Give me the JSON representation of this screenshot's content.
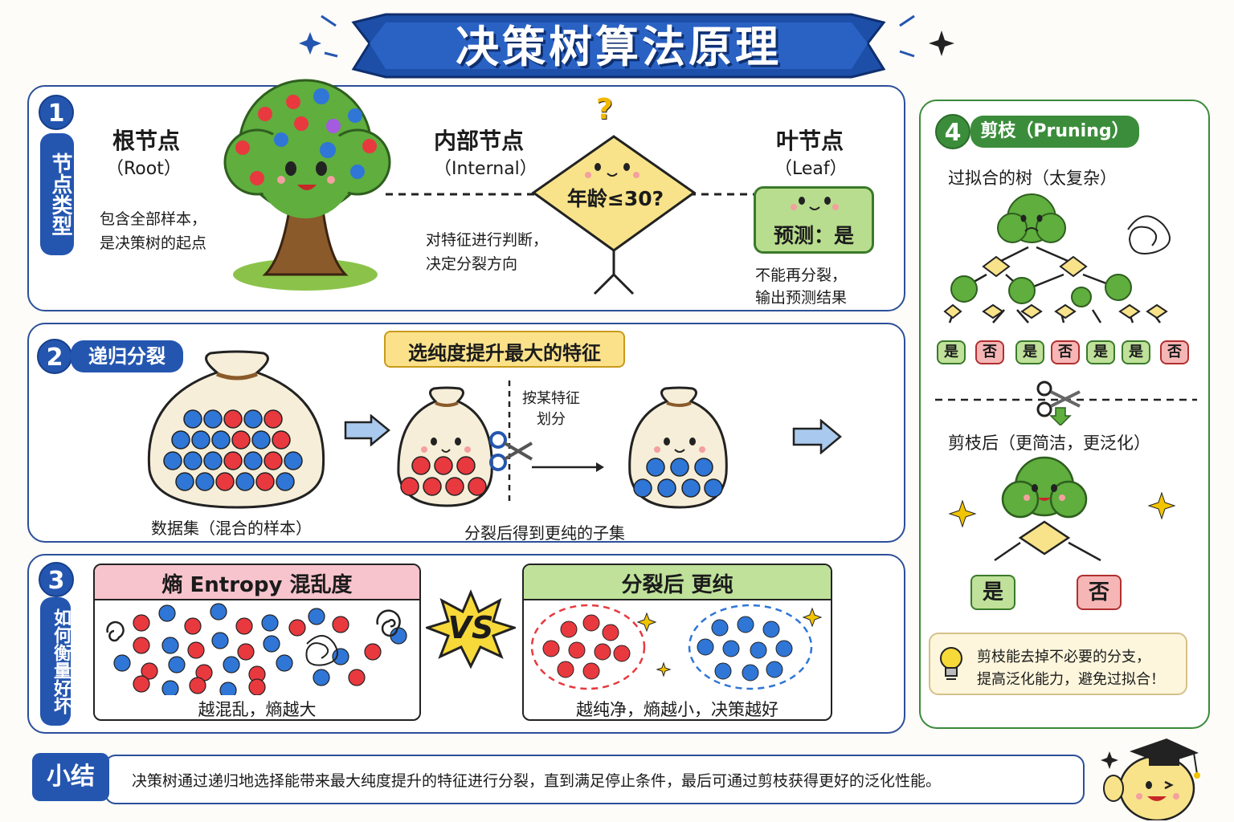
{
  "title": "决策树算法原理",
  "section1": {
    "num": "1",
    "label": "节点类型",
    "root": {
      "title": "根节点",
      "subtitle": "（Root）",
      "desc1": "包含全部样本，",
      "desc2": "是决策树的起点"
    },
    "internal": {
      "title": "内部节点",
      "subtitle": "（Internal）",
      "condition": "年龄≤30?",
      "question": "?",
      "desc1": "对特征进行判断，",
      "desc2": "决定分裂方向"
    },
    "leaf": {
      "title": "叶节点",
      "subtitle": "（Leaf）",
      "prediction": "预测：是",
      "desc1": "不能再分裂，",
      "desc2": "输出预测结果"
    }
  },
  "section2": {
    "num": "2",
    "label": "递归分裂",
    "banner": "选纯度提升最大的特征",
    "split_note1": "按某特征",
    "split_note2": "划分",
    "dataset_caption": "数据集（混合的样本）",
    "subset_caption": "分裂后得到更纯的子集"
  },
  "section3": {
    "num": "3",
    "label": "如何衡量好坏",
    "entropy_title": "熵  Entropy 混乱度",
    "entropy_caption": "越混乱，熵越大",
    "vs": "VS",
    "pure_title": "分裂后   更纯",
    "pure_caption": "越纯净，熵越小，决策越好"
  },
  "section4": {
    "num": "4",
    "label": "剪枝（Pruning）",
    "overfit_title": "过拟合的树（太复杂）",
    "leaves": [
      "是",
      "否",
      "是",
      "否",
      "是",
      "是",
      "否"
    ],
    "after_title": "剪枝后（更简洁，更泛化）",
    "after_yes": "是",
    "after_no": "否",
    "tip1": "剪枝能去掉不必要的分支，",
    "tip2": "提高泛化能力，避免过拟合！"
  },
  "summary": {
    "label": "小结",
    "text": "决策树通过递归地选择能带来最大纯度提升的特征进行分裂，直到满足停止条件，最后可通过剪枝获得更好的泛化性能。"
  },
  "colors": {
    "blue": "#2456b0",
    "green": "#3b8d3b",
    "red_dot": "#e8393f",
    "blue_dot": "#2f76d6",
    "yellow": "#f7e58a"
  }
}
